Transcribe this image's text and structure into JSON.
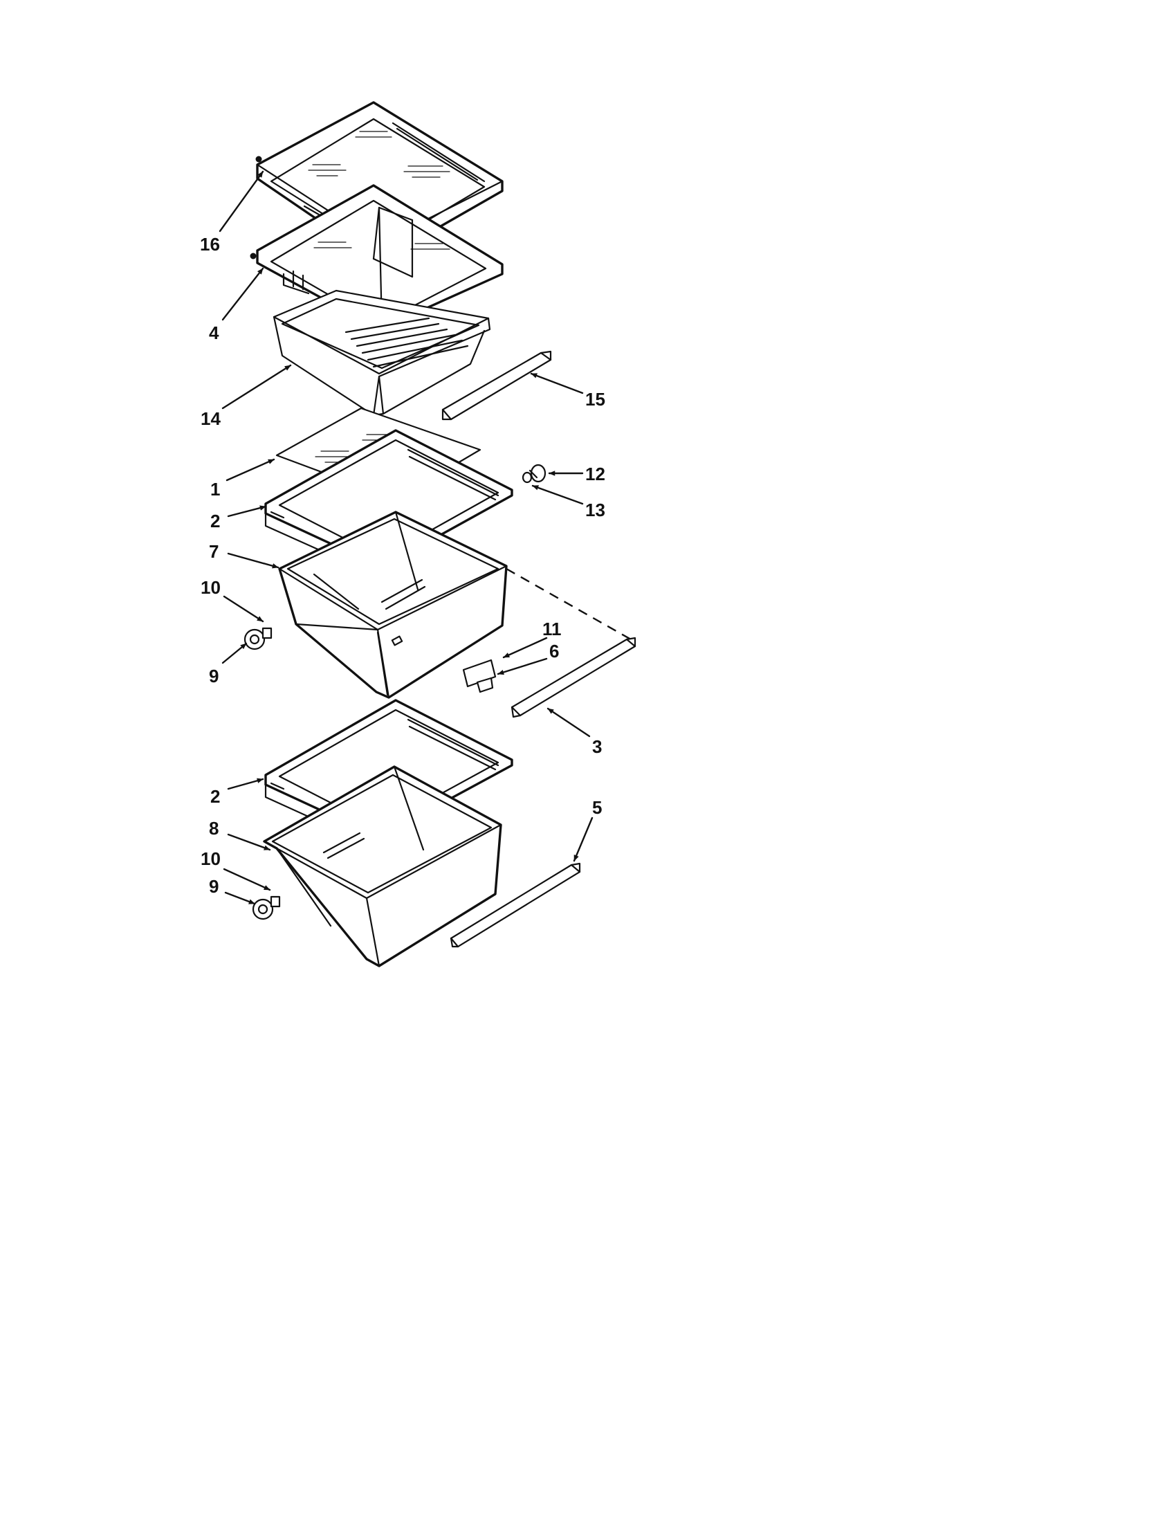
{
  "callouts": {
    "c1": "1",
    "c2a": "2",
    "c2b": "2",
    "c3": "3",
    "c4": "4",
    "c5": "5",
    "c6": "6",
    "c7": "7",
    "c8": "8",
    "c9a": "9",
    "c9b": "9",
    "c10a": "10",
    "c10b": "10",
    "c11": "11",
    "c12": "12",
    "c13": "13",
    "c14": "14",
    "c15": "15",
    "c16": "16"
  }
}
